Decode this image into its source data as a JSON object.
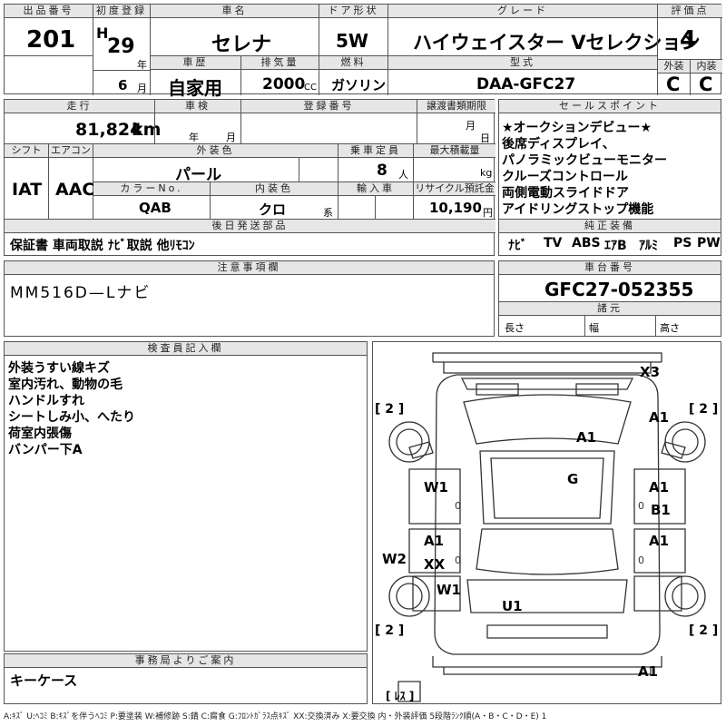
{
  "top": {
    "lot_label": "出品番号",
    "lot": "201",
    "first_reg_label": "初度登録",
    "era": "H",
    "year": "29",
    "year_unit": "年",
    "month": "6",
    "month_unit": "月",
    "model_label": "車名",
    "model": "セレナ",
    "doors_label": "ドア形状",
    "doors": "5W",
    "grade_label": "グレード",
    "grade": "ハイウェイスター Vセレクション",
    "score_label": "評価点",
    "score": "4",
    "history_label": "車歴",
    "history": "自家用",
    "displacement_label": "排気量",
    "displacement": "2000",
    "cc": "CC",
    "fuel_label": "燃料",
    "fuel": "ガソリン",
    "type_label": "型式",
    "type_code": "DAA-GFC27",
    "ext_label": "外装",
    "ext": "C",
    "int_label": "内装",
    "int": "C"
  },
  "mid": {
    "mileage_label": "走行",
    "mileage": "81,824",
    "km": "km",
    "inspection_label": "車検",
    "insp_year_unit": "年",
    "insp_month_unit": "月",
    "reg_label": "登録番号",
    "deadline_label": "譲渡書類期限",
    "dl_month": "月",
    "dl_day": "日",
    "shift_label": "シフト",
    "shift": "IAT",
    "ac_label": "エアコン",
    "ac": "AAC",
    "color_label": "外装色",
    "color": "パール",
    "capacity_label": "乗車定員",
    "capacity": "8",
    "capacity_unit": "人",
    "load_label": "最大積載量",
    "load_unit": "kg",
    "color_no_label": "カラーNo.",
    "color_no": "QAB",
    "int_color_label": "内装色",
    "int_color": "クロ",
    "int_color_unit": "系",
    "import_label": "輸入車",
    "recycle_label": "リサイクル預託金",
    "recycle": "10,190",
    "recycle_unit": "円",
    "later_label": "後日発送部品",
    "later": "保証書 車両取説 ﾅﾋﾞ取説 他ﾘﾓｺﾝ"
  },
  "sales": {
    "label": "セールスポイント",
    "lines": [
      "★オークションデビュー★",
      "後席ディスプレイ、",
      "パノラミックビューモニター",
      "クルーズコントロール",
      "両側電動スライドドア",
      "アイドリングストップ機能"
    ]
  },
  "equip": {
    "label": "純正装備",
    "items": [
      "ﾅﾋﾞ",
      "TV",
      "ABS",
      "ｴｱB",
      "ｱﾙﾐ",
      "PS",
      "PW"
    ]
  },
  "notes": {
    "label": "注意事項欄",
    "text": "MM516D—Lナビ"
  },
  "chassis": {
    "label": "車台番号",
    "number": "GFC27-052355",
    "spec_label": "諸元",
    "length": "長さ",
    "width": "幅",
    "height": "高さ"
  },
  "inspector": {
    "label": "検査員記入欄",
    "lines": [
      "外装うすい線キズ",
      "室内汚れ、動物の毛",
      "ハンドルすれ",
      "シートしみ小、へたり",
      "荷室内張傷",
      "バンパー下A"
    ]
  },
  "office": {
    "label": "事務局よりご案内",
    "text": "キーケース"
  },
  "diagram": {
    "marks": [
      "X3",
      "A1",
      "A1",
      "G",
      "W1",
      "A1",
      "B1",
      "A1",
      "A1",
      "XX",
      "W2",
      "W1",
      "U1",
      "A1"
    ],
    "tires": [
      "[ 2 ]",
      "[ 2 ]",
      "[ 2 ]",
      "[ 2 ]"
    ],
    "spare": "[ ﾚｽ ]",
    "zeros": [
      "0",
      "0",
      "0",
      "0"
    ]
  },
  "legend": "A:ｷｽﾞ U:ﾍｺﾐ B:ｷｽﾞを伴うﾍｺﾐ P:要塗装 W:補修跡 S:錆 C:腐食 G:ﾌﾛﾝﾄｶﾞﾗｽ点ｷｽﾞ XX:交換済み X:要交換 内・外装評価 5段階ﾗﾝｸ順(A・B・C・D・E) 1"
}
